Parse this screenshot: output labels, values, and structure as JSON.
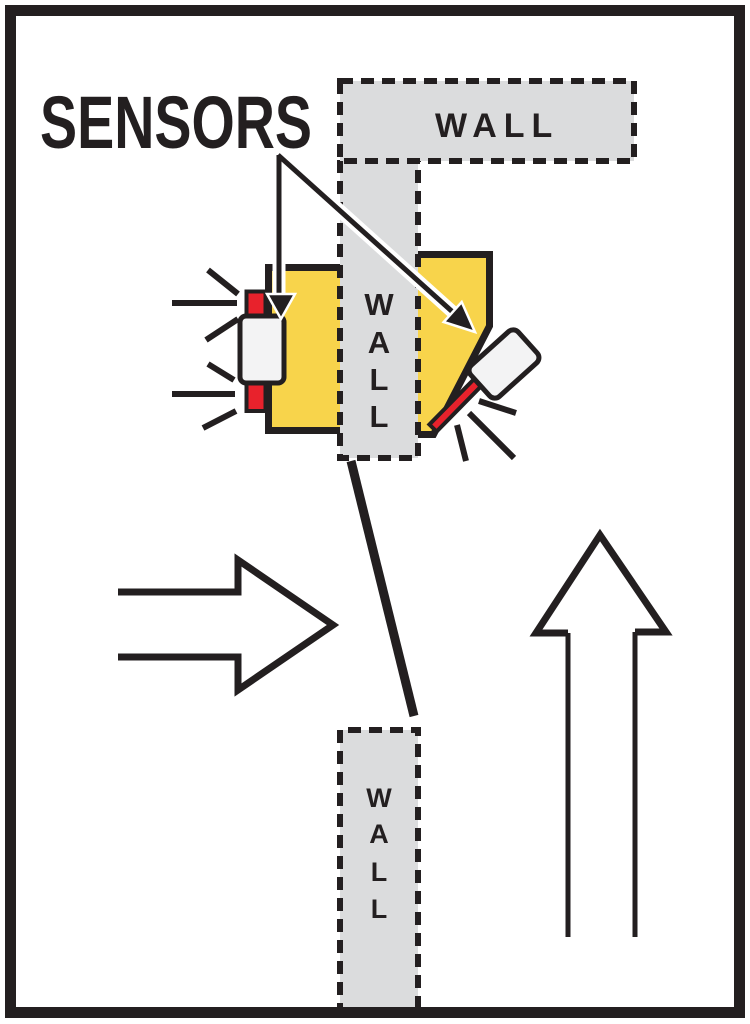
{
  "diagram": {
    "title": "SENSORS",
    "walls": {
      "top_label": "WALL",
      "middle_letters": [
        "W",
        "A",
        "L",
        "L"
      ],
      "bottom_letters": [
        "W",
        "A",
        "L",
        "L"
      ]
    }
  },
  "colors": {
    "ink": "#231F20",
    "wall_fill": "#DBDCDD",
    "signal_yellow": "#F8D44B",
    "sensor_red": "#E8222C",
    "sensor_face": "#F3F3F4",
    "background": "#FFFFFF"
  }
}
